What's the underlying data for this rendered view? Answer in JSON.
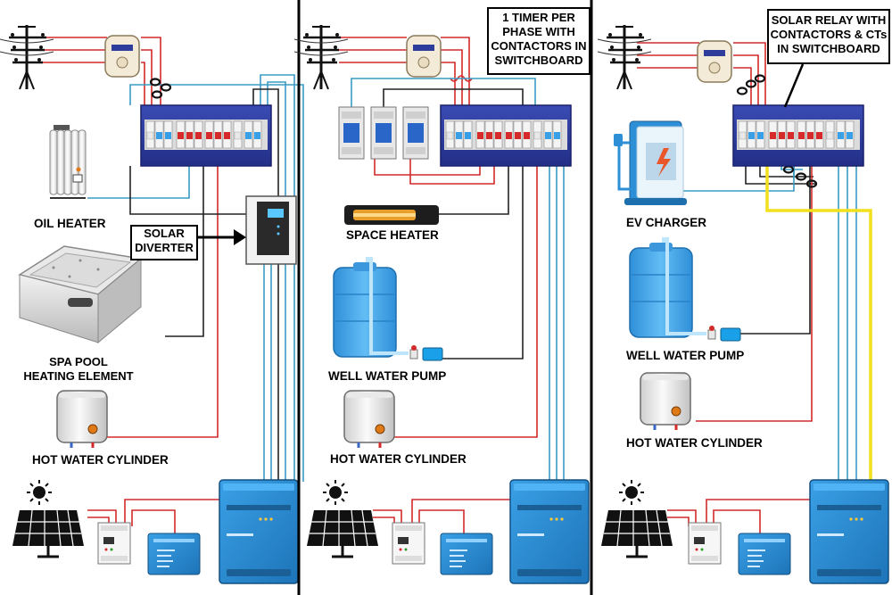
{
  "panel1": {
    "oil_heater": "OIL HEATER",
    "solar_diverter_line1": "SOLAR",
    "solar_diverter_line2": "DIVERTER",
    "spa_line1": "SPA POOL",
    "spa_line2": "HEATING ELEMENT",
    "hot_water": "HOT WATER CYLINDER"
  },
  "panel2": {
    "note_line1": "1 TIMER PER",
    "note_line2": "PHASE WITH",
    "note_line3": "CONTACTORS IN",
    "note_line4": "SWITCHBOARD",
    "space_heater": "SPACE HEATER",
    "well_pump": "WELL WATER PUMP",
    "hot_water": "HOT WATER CYLINDER"
  },
  "panel3": {
    "note_line1": "SOLAR RELAY WITH",
    "note_line2": "CONTACTORS & CTs",
    "note_line3": "IN SWITCHBOARD",
    "ev_charger": "EV CHARGER",
    "well_pump": "WELL WATER PUMP",
    "hot_water": "HOT WATER CYLINDER"
  },
  "colors": {
    "wire_red": "#d42a2a",
    "wire_blue": "#3a9bc4",
    "wire_black": "#222222",
    "wire_yellow": "#f2e01c",
    "board_blue": "#2e3c9c",
    "inverter_blue": "#2d8fd6",
    "tank_blue": "#4aa8ea"
  },
  "icons": [
    "utility-pole-icon",
    "electricity-meter-icon",
    "switchboard-icon",
    "oil-heater-icon",
    "spa-pool-icon",
    "hot-water-cylinder-icon",
    "sun-icon",
    "solar-panel-icon",
    "charge-controller-icon",
    "battery-icon",
    "inverter-icon",
    "space-heater-icon",
    "water-tank-icon",
    "water-pump-icon",
    "timer-icon",
    "ev-charger-icon",
    "solar-diverter-icon"
  ]
}
